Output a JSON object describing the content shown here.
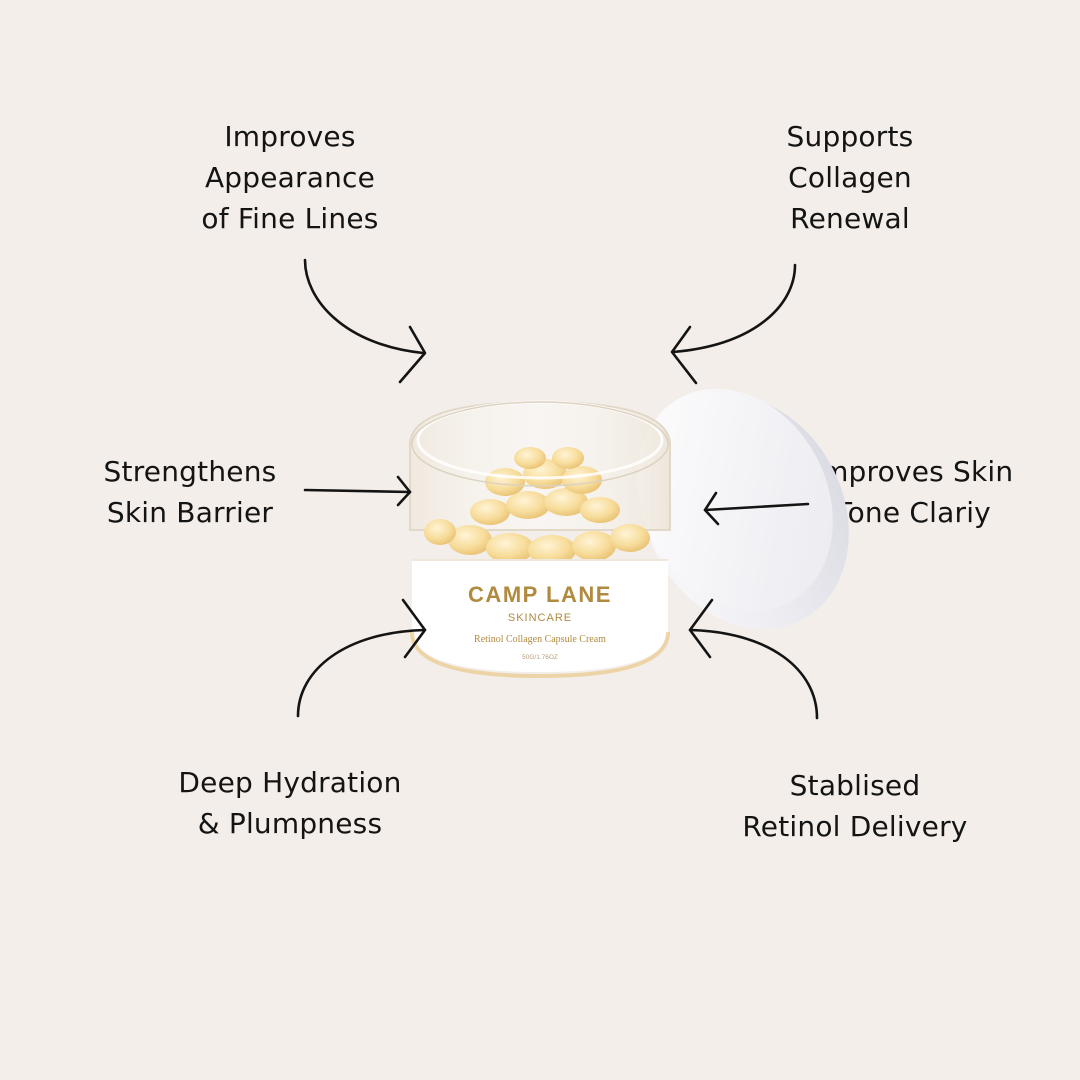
{
  "benefits": {
    "top_left": [
      "Improves",
      "Appearance",
      "of Fine Lines"
    ],
    "top_right": [
      "Supports",
      "Collagen",
      "Renewal"
    ],
    "mid_left": [
      "Strengthens",
      "Skin Barrier"
    ],
    "mid_right": [
      "Improves Skin",
      "Tone Clariy"
    ],
    "bottom_left": [
      "Deep Hydration",
      "& Plumpness"
    ],
    "bottom_right": [
      "Stablised",
      "Retinol Delivery"
    ]
  },
  "product": {
    "brand": "CAMP LANE",
    "sub_brand": "SKINCARE",
    "name": "Retinol Collagen Capsule Cream",
    "size": "50G/1.76OZ"
  },
  "colors": {
    "background": "#f3eee9",
    "text": "#141414",
    "brand_gold": "#b08a3e",
    "capsule": "#f5d48a"
  }
}
